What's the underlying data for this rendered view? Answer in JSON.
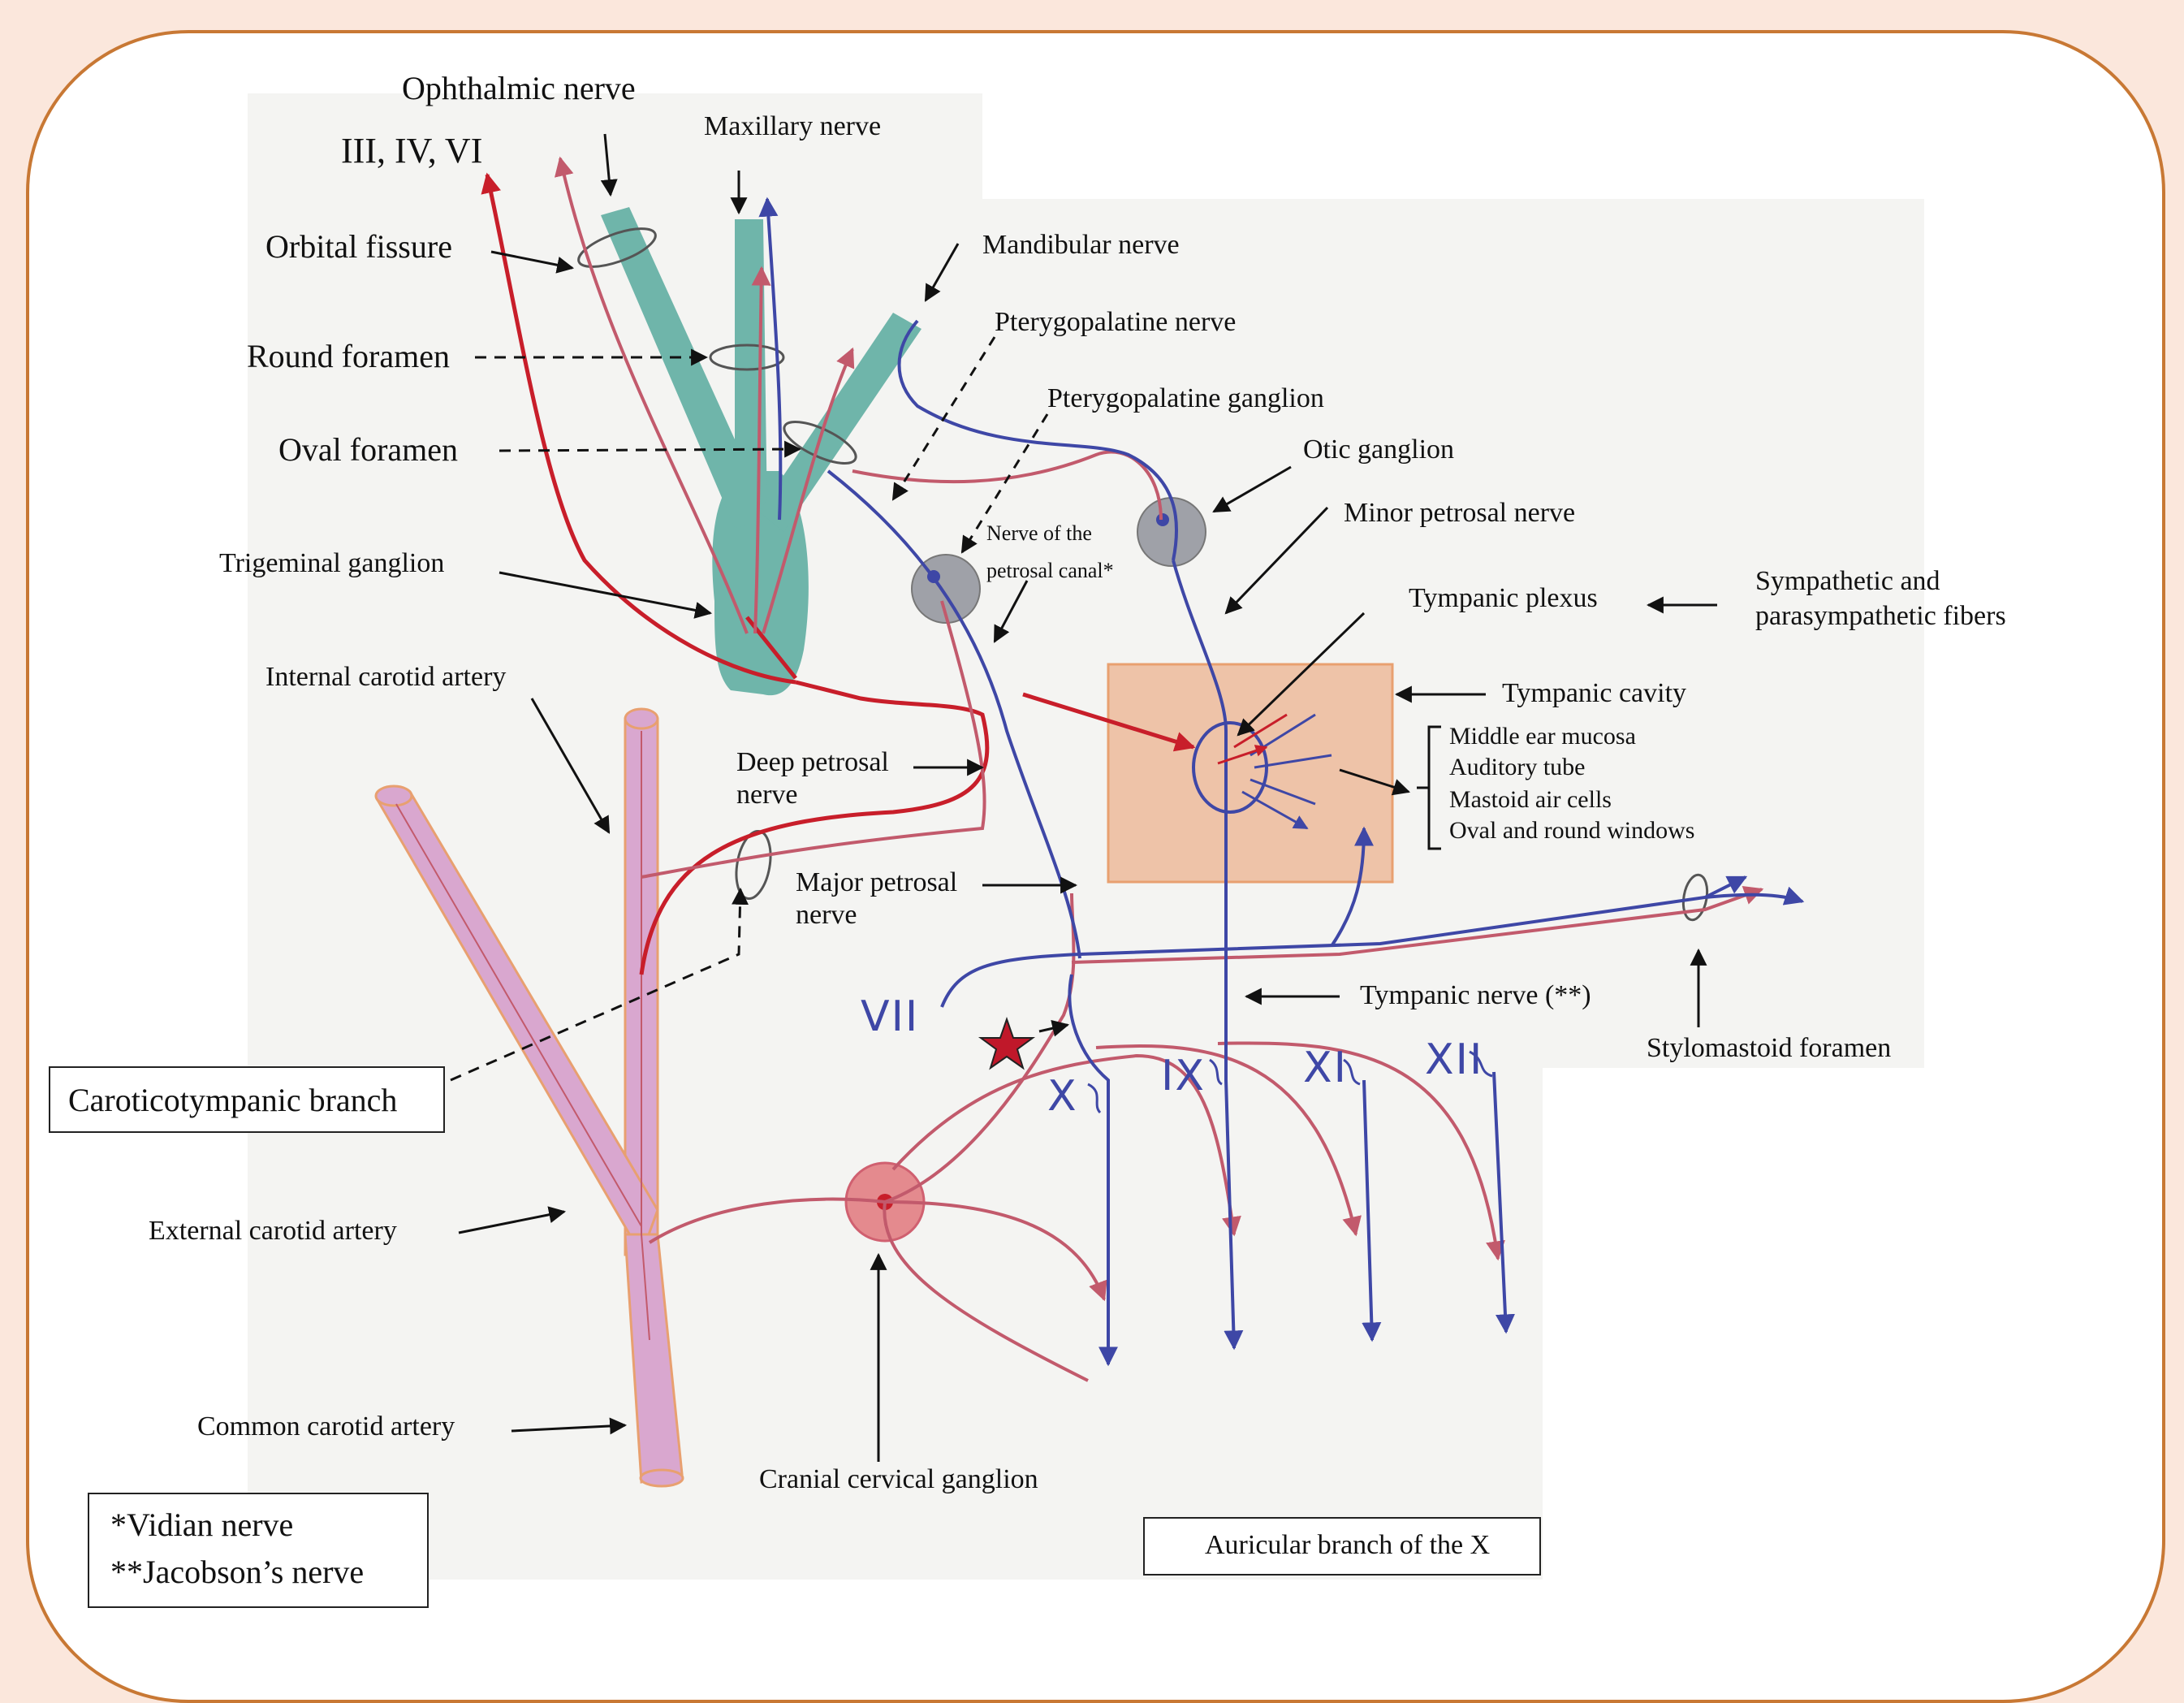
{
  "labels": {
    "ophthalmic_nerve": "Ophthalmic nerve",
    "cranial_iii_iv_vi": "III, IV, VI",
    "maxillary_nerve": "Maxillary nerve",
    "orbital_fissure": "Orbital fissure",
    "mandibular_nerve": "Mandibular nerve",
    "round_foramen": "Round foramen",
    "pterygopalatine_nerve": "Pterygopalatine nerve",
    "pterygopalatine_ganglion": "Pterygopalatine ganglion",
    "oval_foramen": "Oval foramen",
    "otic_ganglion": "Otic ganglion",
    "minor_petrosal_nerve": "Minor petrosal nerve",
    "nerve_of_petrosal_canal_1": "Nerve of the",
    "nerve_of_petrosal_canal_2": "petrosal canal*",
    "trigeminal_ganglion": "Trigeminal ganglion",
    "tympanic_plexus": "Tympanic plexus",
    "sympathetic_1": "Sympathetic and",
    "sympathetic_2": "parasympathetic fibers",
    "internal_carotid_artery": "Internal carotid artery",
    "tympanic_cavity": "Tympanic cavity",
    "middle_ear_mucosa": "Middle ear mucosa",
    "auditory_tube": "Auditory tube",
    "mastoid_air_cells": "Mastoid air cells",
    "oval_round_windows": "Oval and round windows",
    "deep_petrosal_1": "Deep petrosal",
    "deep_petrosal_2": "nerve",
    "major_petrosal_1": "Major petrosal",
    "major_petrosal_2": "nerve",
    "tympanic_nerve": "Tympanic nerve (**)",
    "stylomastoid_foramen": "Stylomastoid foramen",
    "caroticotympanic_branch": "Caroticotympanic branch",
    "external_carotid_artery": "External carotid artery",
    "common_carotid_artery": "Common carotid artery",
    "cranial_cervical_ganglion": "Cranial cervical ganglion",
    "cn_vii": "VII",
    "cn_x": "X",
    "cn_ix": "IX",
    "cn_xi": "XI",
    "cn_xii": "XII"
  },
  "footnotes": {
    "vidian": "*Vidian nerve",
    "jacobson": "**Jacobson’s nerve",
    "auricular": "Auricular branch of the X"
  },
  "colors": {
    "background": "#fbe7dc",
    "frame_border": "#c87834",
    "trigeminal": "#6fb5aa",
    "sympathetic_red": "#c81e2a",
    "nerve_pink": "#c25a6c",
    "nerve_blue": "#3e47a6",
    "artery_fill": "#d9a7cf",
    "artery_outline": "#e8a070",
    "tympanic_cavity": "#eec3a8",
    "ganglion_gray": "#9fa1a8",
    "star": "#c0182a"
  }
}
